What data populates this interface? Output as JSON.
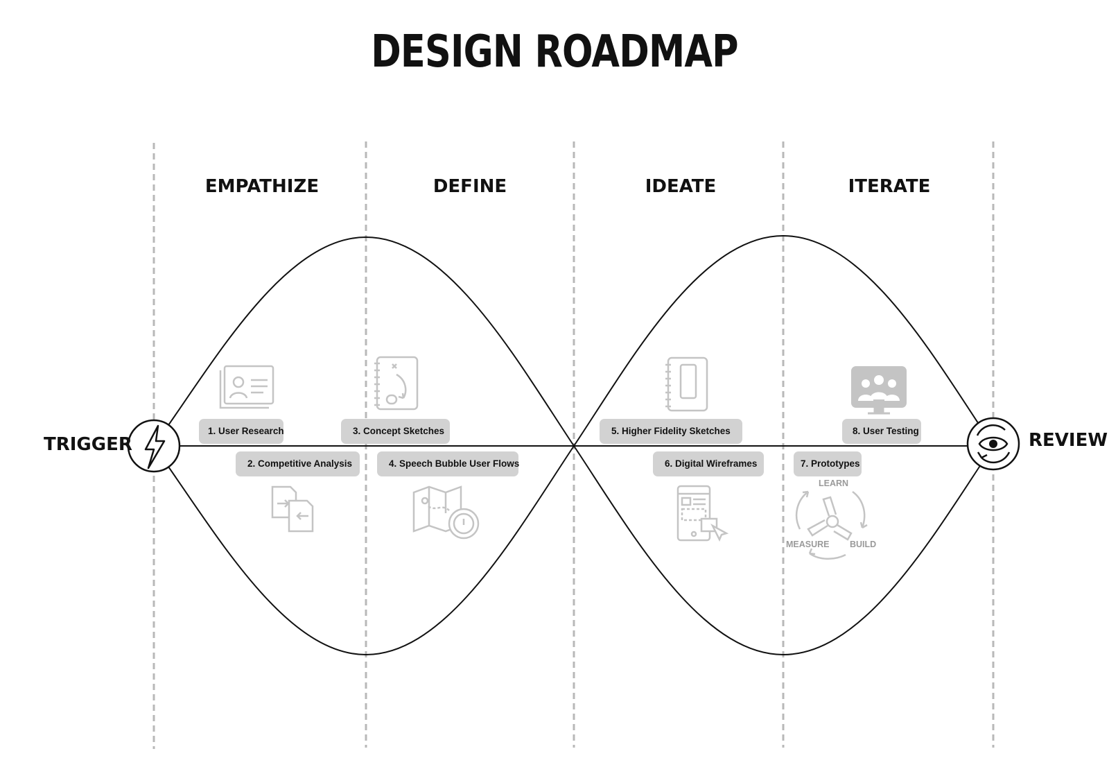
{
  "title": "DESIGN ROADMAP",
  "phases": [
    "EMPATHIZE",
    "DEFINE",
    "IDEATE",
    "ITERATE"
  ],
  "start_label": "TRIGGER",
  "end_label": "REVIEW",
  "steps": [
    {
      "label": "1. User Research"
    },
    {
      "label": "2. Competitive Analysis"
    },
    {
      "label": "3. Concept Sketches"
    },
    {
      "label": "4. Speech Bubble User Flows"
    },
    {
      "label": "5. Higher Fidelity Sketches"
    },
    {
      "label": "6.  Digital Wireframes"
    },
    {
      "label": "7. Prototypes"
    },
    {
      "label": "8. User Testing"
    }
  ],
  "cycle_labels": {
    "learn": "LEARN",
    "build": "BUILD",
    "measure": "MEASURE"
  },
  "icons": {
    "start": "lightning-icon",
    "end": "eye-review-icon",
    "step1": "profile-card-icon",
    "step2": "document-compare-icon",
    "step3": "sketchbook-plan-icon",
    "step4": "map-location-icon",
    "step5": "sketchbook-phone-icon",
    "step6": "wireframe-phone-icon",
    "step7": "build-measure-learn-cycle-icon",
    "step8": "user-group-screen-icon"
  },
  "colors": {
    "line": "#111111",
    "divider": "#b8b8b8",
    "chip": "#d2d2d2",
    "icon": "#c4c4c4"
  }
}
